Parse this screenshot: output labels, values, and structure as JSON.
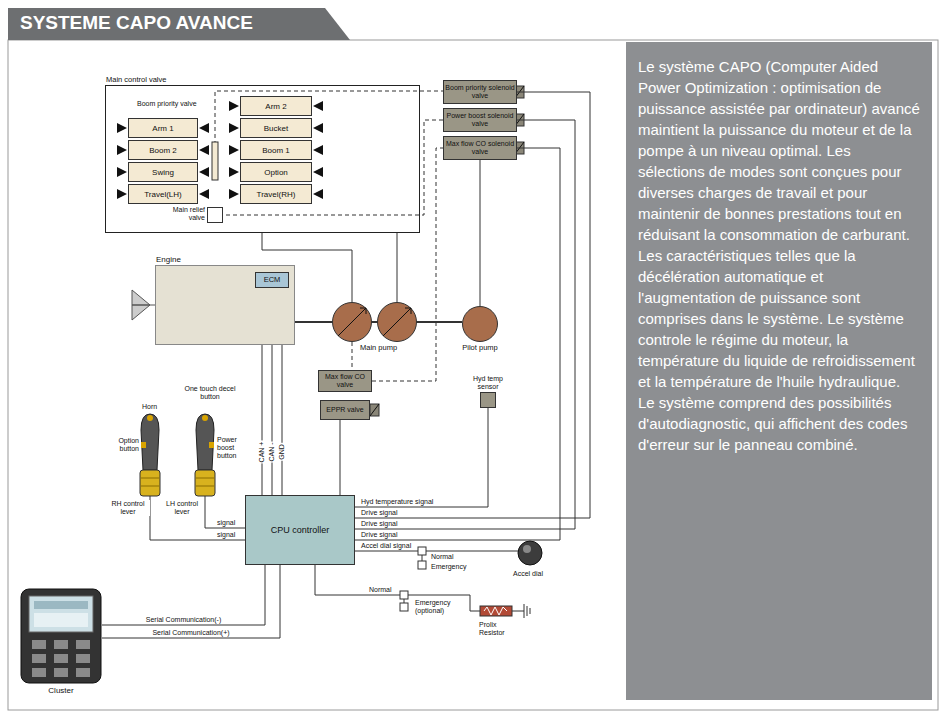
{
  "diagram": {
    "title": "SYSTEME CAPO AVANCE",
    "caption": "Le système CAPO (Computer Aided Power Optimization : optimisation de puissance assistée par ordinateur) avancé maintient la puissance du moteur et de la pompe à un niveau optimal. Les sélections de modes sont conçues pour diverses charges de travail et pour maintenir de bonnes prestations tout en réduisant la consommation de carburant. Les caractéristiques telles que la décélération automatique et l'augmentation de puissance sont comprises dans le système. Le système controle le régime du moteur, la température du liquide de refroidissement et la température de l'huile hydraulique. Le système comprend des possibilités d'autodiagnostic, qui affichent des codes d'erreur sur le panneau combiné.",
    "nodes": [
      {
        "text": [
          "Main control valve"
        ]
      },
      {
        "text": [
          "Arm 1"
        ],
        "in": 0
      },
      {
        "text": [
          "Boom 2"
        ],
        "in": 0
      },
      {
        "text": [
          "Swing"
        ],
        "in": 0
      },
      {
        "text": [
          "Travel(LH)"
        ],
        "in": 0
      },
      {
        "text": [
          "Arm 2"
        ],
        "in": 0
      },
      {
        "text": [
          "Bucket"
        ],
        "in": 0
      },
      {
        "text": [
          "Boom 1"
        ],
        "in": 0
      },
      {
        "text": [
          "Option"
        ],
        "in": 0
      },
      {
        "text": [
          "Travel(RH)"
        ],
        "in": 0
      },
      {
        "text": [
          "Main relief valve"
        ],
        "in": 0
      },
      {
        "text": [
          "Boom priority solenoid valve"
        ]
      },
      {
        "text": [
          "Power boost solenoid valve"
        ]
      },
      {
        "text": [
          "Max flow CO solenoid valve"
        ]
      },
      {
        "text": [
          "Engine"
        ]
      },
      {
        "text": [
          "ECM"
        ],
        "in": 14
      },
      {
        "text": [
          "Main pump"
        ]
      },
      {
        "text": [
          "Pilot pump"
        ]
      },
      {
        "text": [
          "Max flow CO valve"
        ]
      },
      {
        "text": [
          "EPPR valve"
        ]
      },
      {
        "text": [
          "Hyd temp sensor"
        ]
      },
      {
        "text": [
          "CPU controller"
        ]
      },
      {
        "text": [
          "Cluster"
        ]
      }
    ],
    "edges": [
      {
        "from": 16,
        "to": 0,
        "arrow": "none"
      },
      {
        "from": 16,
        "to": 0,
        "arrow": "none"
      },
      {
        "from": 17,
        "to": 13,
        "arrow": "none"
      },
      {
        "from": 18,
        "to": 13,
        "arrow": "none"
      },
      {
        "from": 12,
        "to": 10,
        "arrow": "none"
      },
      {
        "from": 21,
        "to": 15,
        "arrow": "none"
      },
      {
        "from": 21,
        "to": 15,
        "arrow": "none"
      },
      {
        "from": 21,
        "to": 15,
        "arrow": "none"
      },
      {
        "from": 21,
        "to": 19,
        "arrow": "none"
      },
      {
        "from": 21,
        "to": 20,
        "arrow": "none"
      },
      {
        "from": 21,
        "to": 11,
        "arrow": "none"
      },
      {
        "from": 21,
        "to": 12,
        "arrow": "none"
      },
      {
        "from": 21,
        "to": 13,
        "arrow": "none"
      },
      {
        "from": 21,
        "to": 22,
        "label": "Serial Communication(-)",
        "arrow": "none"
      },
      {
        "from": 21,
        "to": 22,
        "label": "Serial Communication(+)",
        "arrow": "none"
      }
    ],
    "labels": [
      "Boom priority valve",
      "Horn",
      "One touch decel button",
      "Option button",
      "Power boost button",
      "RH control lever",
      "LH control lever",
      "CAN +",
      "CAN -",
      "GND",
      "signal",
      "signal",
      "Hyd temperature signal",
      "Drive signal",
      "Drive signal",
      "Drive signal",
      "Accel dial signal",
      "Normal",
      "Emergency",
      "Normal",
      "Emergency (optional)",
      "Accel dial",
      "Prolix Resistor"
    ]
  }
}
